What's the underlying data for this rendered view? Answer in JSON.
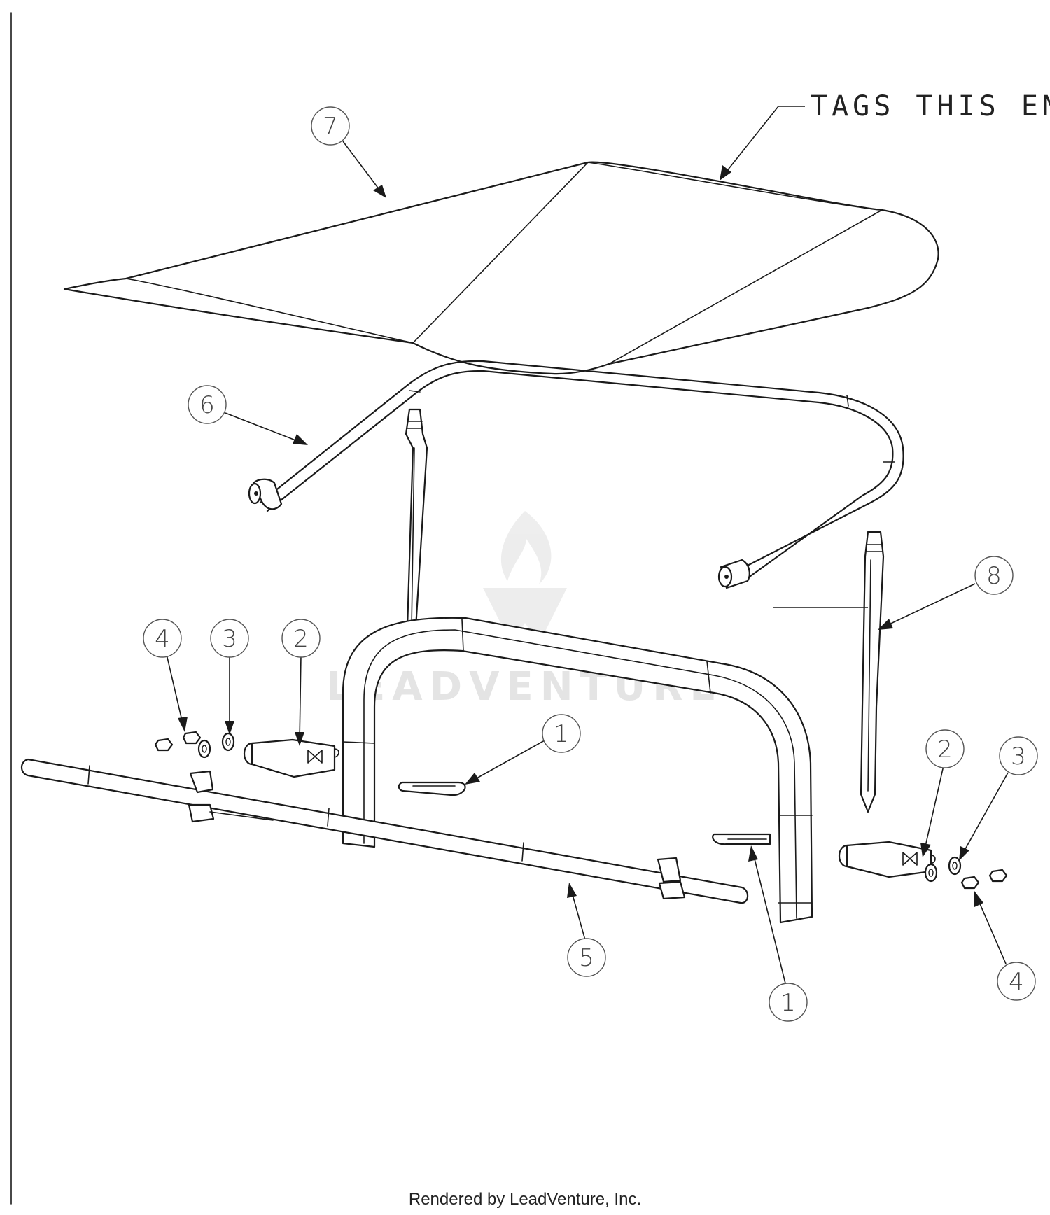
{
  "diagram": {
    "note_label": "TAGS THIS END",
    "watermark": "LEADVENTURE",
    "footer": "Rendered by LeadVenture, Inc.",
    "callouts": {
      "c1a": "1",
      "c1b": "1",
      "c2a": "2",
      "c2b": "2",
      "c3a": "3",
      "c3b": "3",
      "c4a": "4",
      "c4b": "4",
      "c5": "5",
      "c6": "6",
      "c7": "7",
      "c8": "8"
    }
  }
}
